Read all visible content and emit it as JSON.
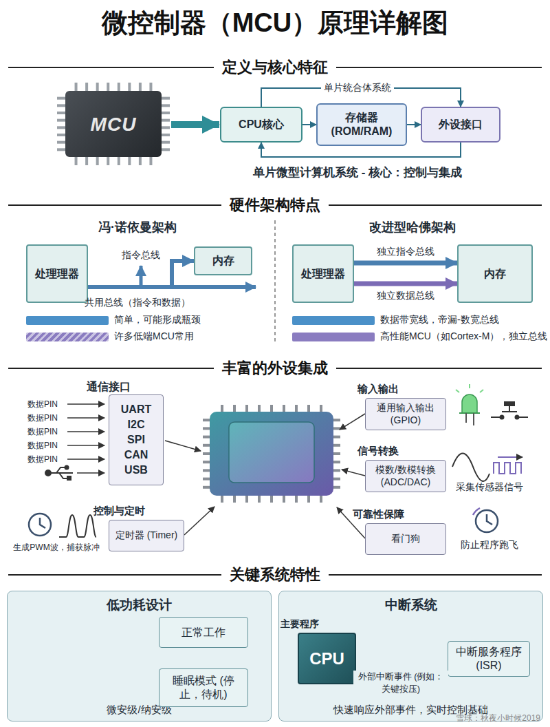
{
  "diagram": {
    "title": "微控制器（MCU）原理详解图",
    "nodes": [
      {
        "text": [
          "MCU"
        ]
      },
      {
        "text": [
          "CPU核心"
        ]
      },
      {
        "text": [
          "存储器 (ROM/RAM)"
        ]
      },
      {
        "text": [
          "外设接口"
        ]
      },
      {
        "text": [
          "处理理器"
        ]
      },
      {
        "text": [
          "内存"
        ]
      },
      {
        "text": [
          "处理理器"
        ]
      },
      {
        "text": [
          "内存"
        ]
      },
      {
        "text": [
          "通信接口",
          "UART",
          "I2C",
          "SPI",
          "CAN",
          "USB"
        ]
      },
      {
        "text": [
          "输入输出",
          "通用输入输出 (GPIO)"
        ]
      },
      {
        "text": [
          "信号转换",
          "模数/数模转换 (ADC/DAC)"
        ]
      },
      {
        "text": [
          "控制与定时",
          "定时器 (Timer)"
        ]
      },
      {
        "text": [
          "可靠性保障",
          "看门狗"
        ]
      },
      {
        "text": [
          "低功耗设计",
          "微安级/纳安级"
        ]
      },
      {
        "text": [
          "正常工作"
        ],
        "in": 13
      },
      {
        "text": [
          "睡眠模式 (停止，待机)"
        ],
        "in": 13
      },
      {
        "text": [
          "中断系统",
          "快速响应外部事件，实时控制基础"
        ]
      },
      {
        "text": [
          "主要程序",
          "CPU"
        ],
        "in": 16
      },
      {
        "text": [
          "中断服务程序 (ISR)"
        ],
        "in": 16
      }
    ],
    "edges": [
      {
        "from": 0,
        "to": 1,
        "arrow": "to"
      },
      {
        "from": 1,
        "to": 2,
        "arrow": "to"
      },
      {
        "from": 2,
        "to": 3,
        "arrow": "to"
      },
      {
        "from": 1,
        "to": 3,
        "label": "单片统合体系统",
        "arrow": "to"
      },
      {
        "from": 3,
        "to": 1,
        "arrow": "to"
      },
      {
        "from": 4,
        "to": 5,
        "label": "指令总线",
        "arrow": "to"
      },
      {
        "from": 6,
        "to": 7,
        "label": "独立指令总线",
        "arrow": "to"
      },
      {
        "from": 6,
        "to": 7,
        "label": "独立数据总线",
        "arrow": "to"
      },
      {
        "from": 17,
        "to": 18,
        "label": "外部中断事件 (例如：关键按压)",
        "arrow": "to"
      }
    ],
    "labels": [
      "定义与核心特征",
      "单片微型计算机系统 - 核心：控制与集成",
      "硬件架构特点",
      "冯·诺依曼架构",
      "共用总线（指令和数据）",
      "改进型哈佛架构",
      "丰富的外设集成",
      "数据PIN",
      "数据PIN",
      "数据PIN",
      "数据PIN",
      "数据PIN",
      "采集传感器信号",
      "生成PWM波，捕获脉冲",
      "防止程序跑飞",
      "关键系统特性",
      "雪球：秋夜小时候2019"
    ],
    "legend": [
      {
        "text": "简单，可能形成瓶颈",
        "color": "#4a90c8"
      },
      {
        "text": "许多低端MCU常用",
        "color": "#8a7cc0"
      },
      {
        "text": "数据带宽线，帝漏-数宽总线",
        "color": "#4a90c8"
      },
      {
        "text": "高性能MCU（如Cortex-M），独立总线",
        "color": "#8a7cc0"
      }
    ]
  }
}
